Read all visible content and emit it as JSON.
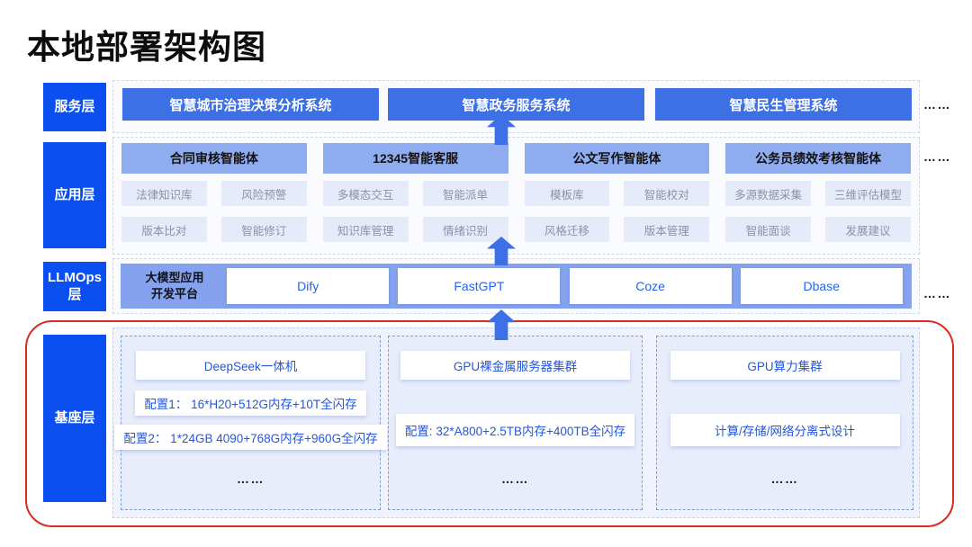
{
  "title": "本地部署架构图",
  "ellipsis": "……",
  "colors": {
    "label_blue": "#0b4ff0",
    "system_box_blue": "#3d6fe5",
    "group_header_blue": "#8facf0",
    "llmops_band_blue": "#84a2ee",
    "chip_bg": "#e6ebfb",
    "white_box_text_blue": "#2456e0",
    "red_outline": "#dc2a1e"
  },
  "layers": {
    "service": {
      "label": "服务层",
      "systems": [
        "智慧城市治理决策分析系统",
        "智慧政务服务系统",
        "智慧民生管理系统"
      ]
    },
    "application": {
      "label": "应用层",
      "groups": [
        {
          "title": "合同审核智能体",
          "items": [
            "法律知识库",
            "风险预警",
            "版本比对",
            "智能修订"
          ]
        },
        {
          "title": "12345智能客服",
          "items": [
            "多模态交互",
            "智能派单",
            "知识库管理",
            "情绪识别"
          ]
        },
        {
          "title": "公文写作智能体",
          "items": [
            "模板库",
            "智能校对",
            "风格迁移",
            "版本管理"
          ]
        },
        {
          "title": "公务员绩效考核智能体",
          "items": [
            "多源数据采集",
            "三维评估模型",
            "智能面谈",
            "发展建议"
          ]
        }
      ]
    },
    "llmops": {
      "label_line1": "LLMOps",
      "label_line2": "层",
      "platform_line1": "大模型应用",
      "platform_line2": "开发平台",
      "tools": [
        "Dify",
        "FastGPT",
        "Coze",
        "Dbase"
      ]
    },
    "base": {
      "label": "基座层",
      "columns": [
        {
          "title": "DeepSeek一体机",
          "specs": [
            "配置1：  16*H20+512G内存+10T全闪存",
            "配置2：  1*24GB 4090+768G内存+960G全闪存"
          ]
        },
        {
          "title": "GPU裸金属服务器集群",
          "specs": [
            "配置: 32*A800+2.5TB内存+400TB全闪存"
          ]
        },
        {
          "title": "GPU算力集群",
          "specs": [
            "计算/存储/网络分离式设计"
          ]
        }
      ]
    }
  }
}
